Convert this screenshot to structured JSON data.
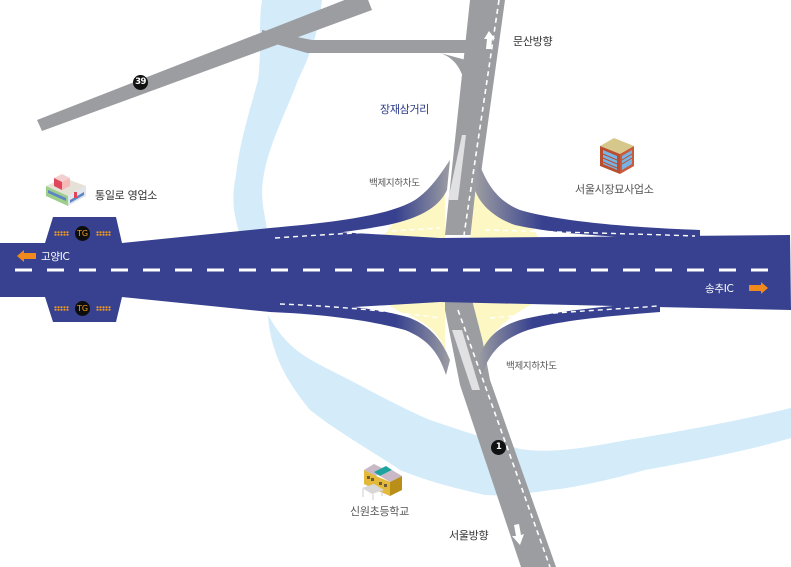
{
  "map": {
    "colors": {
      "expressway": "#37418f",
      "local_road": "#9c9da1",
      "river": "#d4ecfa",
      "ramp_fill": "#fdf7c4",
      "arrow_orange": "#f08a1c",
      "label_blue": "#2b3a8a"
    },
    "labels": {
      "munsan": "문산방향",
      "jangjae": "장재삼거리",
      "baekje_top": "백제지하차도",
      "seoul_office": "서울시장묘사업소",
      "tongilro": "통일로 영업소",
      "goyang_ic": "고양IC",
      "songchu_ic": "송추IC",
      "baekje_bottom": "백제지하차도",
      "sinwon_school": "신원초등학교",
      "seoul_dir": "서울방향"
    },
    "route_badges": {
      "route_39": "39",
      "route_1": "1"
    },
    "toll_gates": {
      "top": "TG",
      "bottom": "TG"
    },
    "icons": {
      "tongilro_building": "building-icon",
      "seoul_office_building": "office-building-icon",
      "school_building": "school-icon"
    }
  }
}
